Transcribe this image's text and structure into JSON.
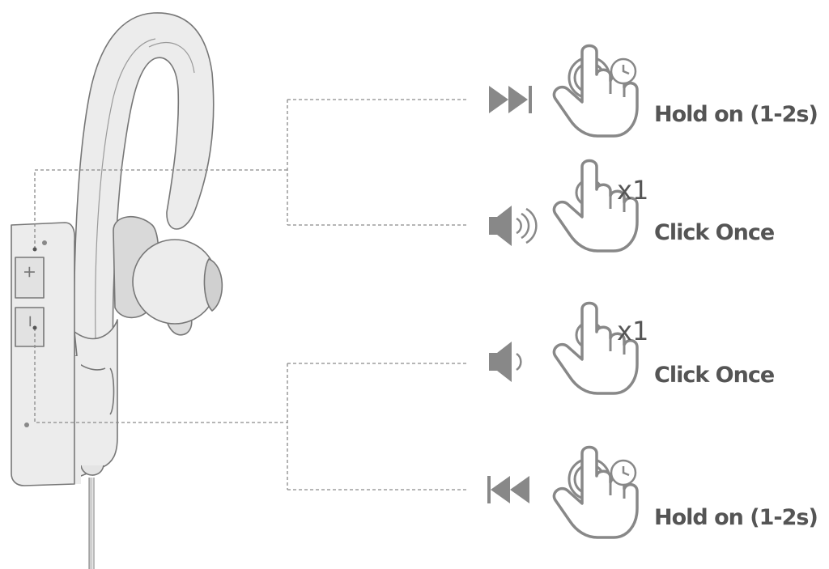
{
  "earphone": {
    "plus_symbol": "+",
    "minus_symbol": "−"
  },
  "controls": [
    {
      "function_icon": "next-track-icon",
      "gesture_icon": "press-hold-icon",
      "action": "Hold on (1-2s)",
      "count": ""
    },
    {
      "function_icon": "volume-up-icon",
      "gesture_icon": "tap-icon",
      "action": "Click Once",
      "count": "x1"
    },
    {
      "function_icon": "volume-down-icon",
      "gesture_icon": "tap-icon",
      "action": "Click Once",
      "count": "x1"
    },
    {
      "function_icon": "previous-track-icon",
      "gesture_icon": "press-hold-icon",
      "action": "Hold on (1-2s)",
      "count": ""
    }
  ],
  "colors": {
    "outline": "#777777",
    "fill": "#ececec",
    "icon": "#888888",
    "text": "#555555",
    "dash": "#8a8a8a"
  }
}
